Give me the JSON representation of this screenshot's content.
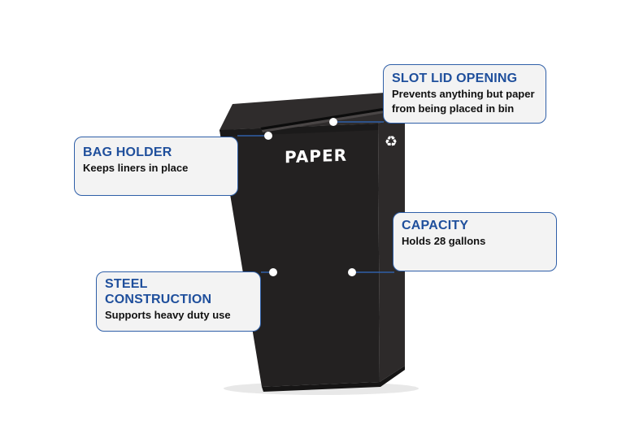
{
  "bin": {
    "label": "PAPER",
    "recycle_icon": "♻",
    "body_color": "#232121",
    "lid_color": "#2a2828"
  },
  "callouts": {
    "slot_lid": {
      "title": "SLOT LID OPENING",
      "line1": "Prevents anything but paper",
      "line2": "from being placed in bin"
    },
    "bag_holder": {
      "title": "BAG HOLDER",
      "desc": "Keeps liners in place"
    },
    "capacity": {
      "title": "CAPACITY",
      "desc": "Holds 28 gallons"
    },
    "steel": {
      "title_line1": "STEEL",
      "title_line2": "CONSTRUCTION",
      "desc": "Supports heavy duty use"
    }
  },
  "colors": {
    "accent": "#1f4f9c",
    "border": "#2f5fa8",
    "callout_bg": "#f3f3f3"
  }
}
